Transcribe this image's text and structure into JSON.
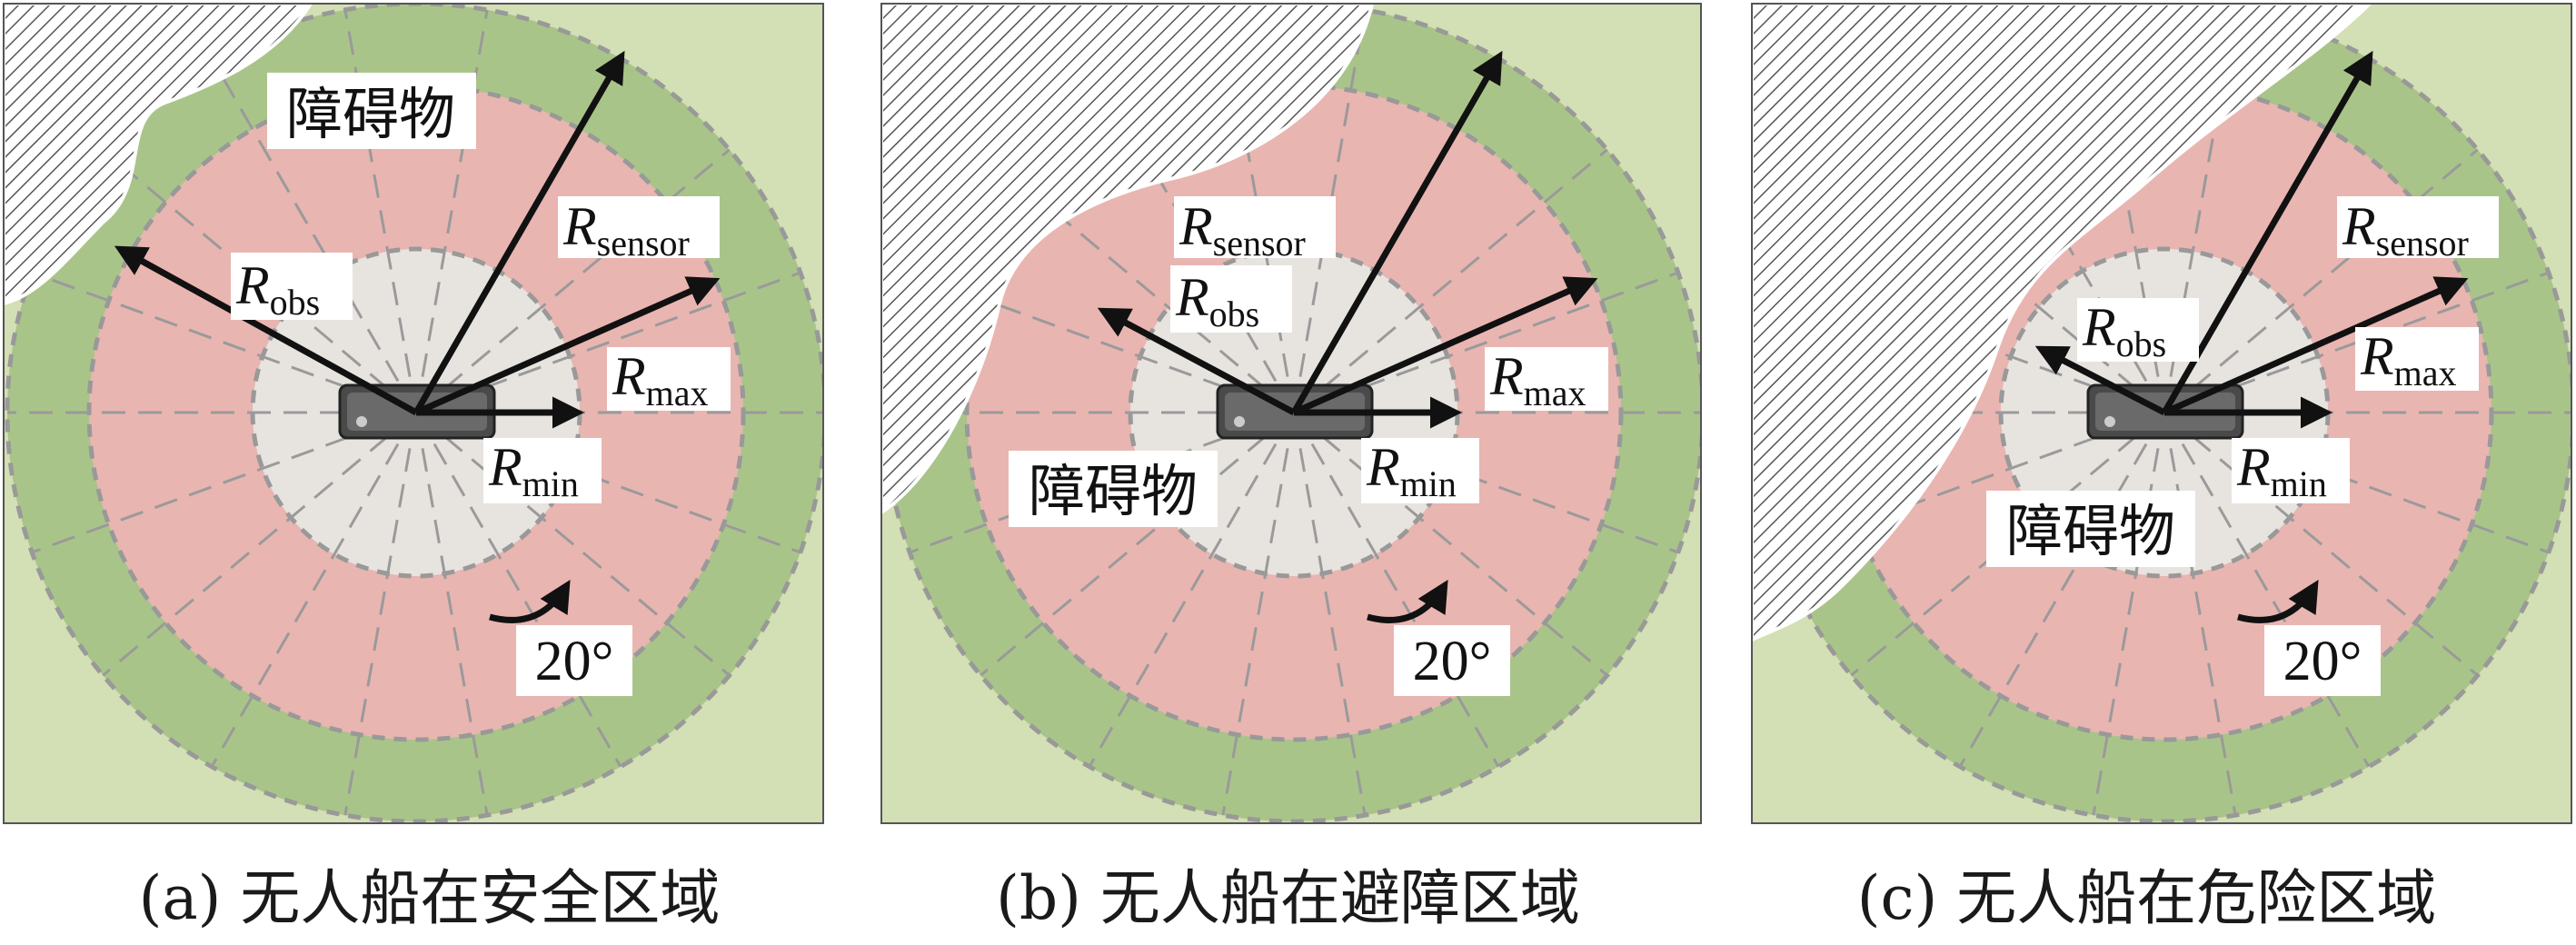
{
  "panels": [
    {
      "id": "a",
      "caption": "(a) 无人船在安全区域",
      "obstacle_label": "障碍物",
      "labels": {
        "r_obs": {
          "main": "R",
          "sub": "obs"
        },
        "r_sensor": {
          "main": "R",
          "sub": "sensor"
        },
        "r_max": {
          "main": "R",
          "sub": "max"
        },
        "r_min": {
          "main": "R",
          "sub": "min"
        }
      },
      "angle_label": "20°"
    },
    {
      "id": "b",
      "caption": "(b) 无人船在避障区域",
      "obstacle_label": "障碍物",
      "labels": {
        "r_obs": {
          "main": "R",
          "sub": "obs"
        },
        "r_sensor": {
          "main": "R",
          "sub": "sensor"
        },
        "r_max": {
          "main": "R",
          "sub": "max"
        },
        "r_min": {
          "main": "R",
          "sub": "min"
        }
      },
      "angle_label": "20°"
    },
    {
      "id": "c",
      "caption": "(c) 无人船在危险区域",
      "obstacle_label": "障碍物",
      "labels": {
        "r_obs": {
          "main": "R",
          "sub": "obs"
        },
        "r_sensor": {
          "main": "R",
          "sub": "sensor"
        },
        "r_max": {
          "main": "R",
          "sub": "max"
        },
        "r_min": {
          "main": "R",
          "sub": "min"
        }
      },
      "angle_label": "20°"
    }
  ],
  "colors": {
    "background": "#d3dfb4",
    "outer_ring": "#a9c489",
    "danger_zone": "#e9b5b1",
    "inner_zone": "#e7e4e0",
    "obstacle_fill": "#ffffff",
    "obstacle_hatch": "#555555",
    "dashed_lines": "#9a9a9a",
    "arrows": "#111111"
  }
}
